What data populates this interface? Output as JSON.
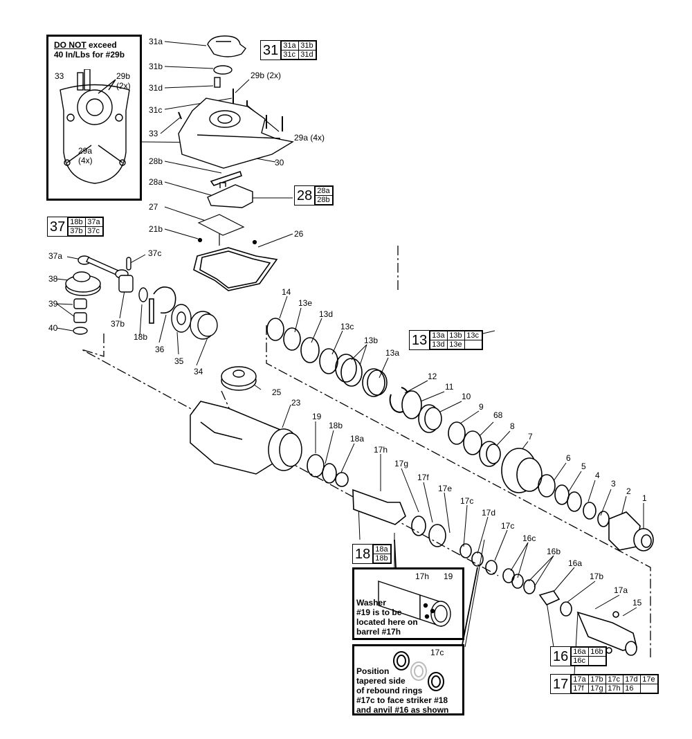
{
  "note_torque": {
    "line1_emph": "DO NOT",
    "line1_rest": " exceed",
    "line2": "40 In/Lbs for #29b"
  },
  "inset_labels": {
    "l33": "33",
    "l29b": "29b",
    "l29b_qty": "(2x)",
    "l29a": "29a",
    "l29a_qty": "(4x)"
  },
  "labels": {
    "p31a": "31a",
    "p31b": "31b",
    "p31d": "31d",
    "p31c": "31c",
    "p29b": "29b (2x)",
    "p33": "33",
    "p29a": "29a (4x)",
    "p30": "30",
    "p28b": "28b",
    "p28a": "28a",
    "p27": "27",
    "p21b": "21b",
    "p26": "26",
    "p37a": "37a",
    "p37c": "37c",
    "p38": "38",
    "p39": "39",
    "p40": "40",
    "p37b": "37b",
    "p18b_left": "18b",
    "p36": "36",
    "p35": "35",
    "p34": "34",
    "p25": "25",
    "p23": "23",
    "p14": "14",
    "p13e": "13e",
    "p13d": "13d",
    "p13c": "13c",
    "p13b": "13b",
    "p13a": "13a",
    "p12": "12",
    "p11": "11",
    "p10": "10",
    "p9": "9",
    "p68": "68",
    "p8": "8",
    "p7": "7",
    "p6": "6",
    "p5": "5",
    "p4": "4",
    "p3": "3",
    "p2": "2",
    "p1": "1",
    "p19": "19",
    "p18b": "18b",
    "p18a": "18a",
    "p17h": "17h",
    "p17g": "17g",
    "p17f": "17f",
    "p17e": "17e",
    "p17c_a": "17c",
    "p17d": "17d",
    "p17c_b": "17c",
    "p16c": "16c",
    "p16b": "16b",
    "p16a": "16a",
    "p17b": "17b",
    "p17a": "17a",
    "p15": "15"
  },
  "kits": {
    "k31": {
      "num": "31",
      "cells": [
        "31a",
        "31b",
        "31c",
        "31d"
      ]
    },
    "k28": {
      "num": "28",
      "cells": [
        "28a",
        "28b"
      ]
    },
    "k37": {
      "num": "37",
      "cells": [
        "18b",
        "37a",
        "37b",
        "37c"
      ]
    },
    "k13": {
      "num": "13",
      "cells": [
        "13a",
        "13b",
        "13c",
        "13d",
        "13e",
        ""
      ]
    },
    "k18": {
      "num": "18",
      "cells": [
        "18a",
        "18b"
      ]
    },
    "k16": {
      "num": "16",
      "cells": [
        "16a",
        "16b",
        "16c",
        ""
      ]
    },
    "k17": {
      "num": "17",
      "cells": [
        "17a",
        "17b",
        "17c",
        "17d",
        "17e",
        "17f",
        "17g",
        "17h",
        "16",
        ""
      ]
    }
  },
  "detail_washer": {
    "l17h": "17h",
    "l19": "19",
    "lines": [
      "Washer",
      "#19 is to be",
      "located here on",
      "barrel #17h"
    ]
  },
  "detail_rings": {
    "l17c": "17c",
    "lines": [
      "Position",
      "tapered side",
      "of rebound rings",
      "#17c to face striker #18",
      "and anvil #16 as shown"
    ]
  }
}
